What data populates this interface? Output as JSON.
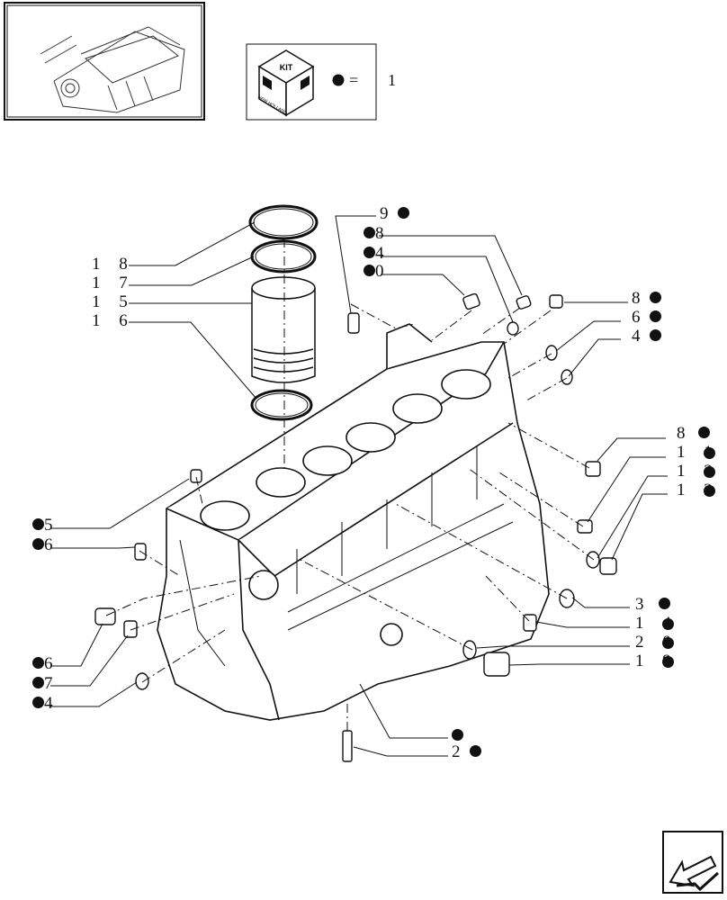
{
  "legend": {
    "kit_label": "KIT",
    "brand_text": "NEW HOLLAND",
    "equals": "=",
    "kit_number": "1"
  },
  "callouts": {
    "c18": "1 8",
    "c17": "1 7",
    "c15": "1 5",
    "c16": "1 6",
    "c9": "9",
    "c8a": "8",
    "c4a": "4",
    "c0a": "0",
    "c8b": "8",
    "c6a": "6",
    "c4b": "4",
    "c8c": "8",
    "c11": "1 1",
    "c13": "1 3",
    "c12": "1 2",
    "c5": "5",
    "c6b": "6",
    "c3": "3",
    "c14": "1 4",
    "c20": "2 0",
    "c19": "1 9",
    "c6c": "6",
    "c7": "7",
    "c4c": "4",
    "c2": "2"
  },
  "colors": {
    "ink": "#111111",
    "paper": "#ffffff"
  },
  "icons": {
    "thumbnail": "engine-thumbnail-icon",
    "nav": "next-page-arrow-icon"
  }
}
